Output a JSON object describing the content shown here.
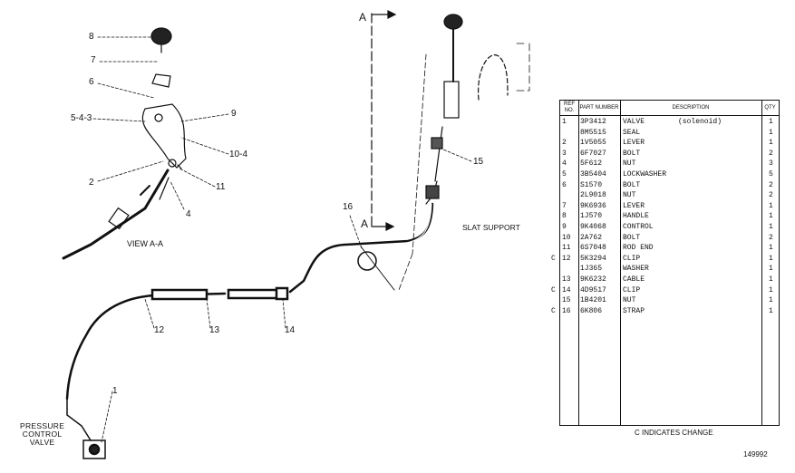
{
  "labels": {
    "l8": "8",
    "l7": "7",
    "l6": "6",
    "l543": "5-4-3",
    "l9": "9",
    "l104": "10-4",
    "l2": "2",
    "l11": "11",
    "l4": "4",
    "lview": "VIEW A-A",
    "lA_top": "A",
    "lA_mid": "A",
    "l16": "16",
    "l15": "15",
    "lslat": "SLAT SUPPORT",
    "l12": "12",
    "l13": "13",
    "l14": "14",
    "l1": "1",
    "lpcv": "PRESSURE\nCONTROL\nVALVE"
  },
  "table": {
    "headers": {
      "ref": "REF NO.",
      "part": "PART NUMBER",
      "desc": "DESCRIPTION",
      "qty": "QTY"
    },
    "rows": [
      {
        "c": "",
        "ref": "1",
        "part": "3P3412",
        "desc": "VALVE",
        "sub": "(solenoid)",
        "qty": "1"
      },
      {
        "c": "",
        "ref": "",
        "part": "8M5515",
        "desc": "SEAL",
        "sub": "",
        "qty": "1"
      },
      {
        "c": "",
        "ref": "2",
        "part": "1V5055",
        "desc": "LEVER",
        "sub": "",
        "qty": "1"
      },
      {
        "c": "",
        "ref": "3",
        "part": "6F7027",
        "desc": "BOLT",
        "sub": "",
        "qty": "2"
      },
      {
        "c": "",
        "ref": "4",
        "part": "5F612",
        "desc": "NUT",
        "sub": "",
        "qty": "3"
      },
      {
        "c": "",
        "ref": "5",
        "part": "3B5404",
        "desc": "LOCKWASHER",
        "sub": "",
        "qty": "5"
      },
      {
        "c": "",
        "ref": "6",
        "part": "S1570",
        "desc": "BOLT",
        "sub": "",
        "qty": "2"
      },
      {
        "c": "",
        "ref": "",
        "part": "2L9018",
        "desc": "NUT",
        "sub": "",
        "qty": "2"
      },
      {
        "c": "",
        "ref": "7",
        "part": "9K6936",
        "desc": "LEVER",
        "sub": "",
        "qty": "1"
      },
      {
        "c": "",
        "ref": "8",
        "part": "1J570",
        "desc": "HANDLE",
        "sub": "",
        "qty": "1"
      },
      {
        "c": "",
        "ref": "9",
        "part": "9K4068",
        "desc": "CONTROL",
        "sub": "",
        "qty": "1"
      },
      {
        "c": "",
        "ref": "10",
        "part": "2A762",
        "desc": "BOLT",
        "sub": "",
        "qty": "2"
      },
      {
        "c": "",
        "ref": "11",
        "part": "6S7048",
        "desc": "ROD END",
        "sub": "",
        "qty": "1"
      },
      {
        "c": "C",
        "ref": "12",
        "part": "5K3294",
        "desc": "CLIP",
        "sub": "",
        "qty": "1"
      },
      {
        "c": "",
        "ref": "",
        "part": "1J365",
        "desc": "WASHER",
        "sub": "",
        "qty": "1"
      },
      {
        "c": "",
        "ref": "13",
        "part": "9K6232",
        "desc": "CABLE",
        "sub": "",
        "qty": "1"
      },
      {
        "c": "C",
        "ref": "14",
        "part": "4D9517",
        "desc": "CLIP",
        "sub": "",
        "qty": "1"
      },
      {
        "c": "",
        "ref": "15",
        "part": "1B4201",
        "desc": "NUT",
        "sub": "",
        "qty": "1"
      },
      {
        "c": "C",
        "ref": "16",
        "part": "6K806",
        "desc": "STRAP",
        "sub": "",
        "qty": "1"
      }
    ],
    "note": "C INDICATES CHANGE"
  },
  "identifier": "149992"
}
